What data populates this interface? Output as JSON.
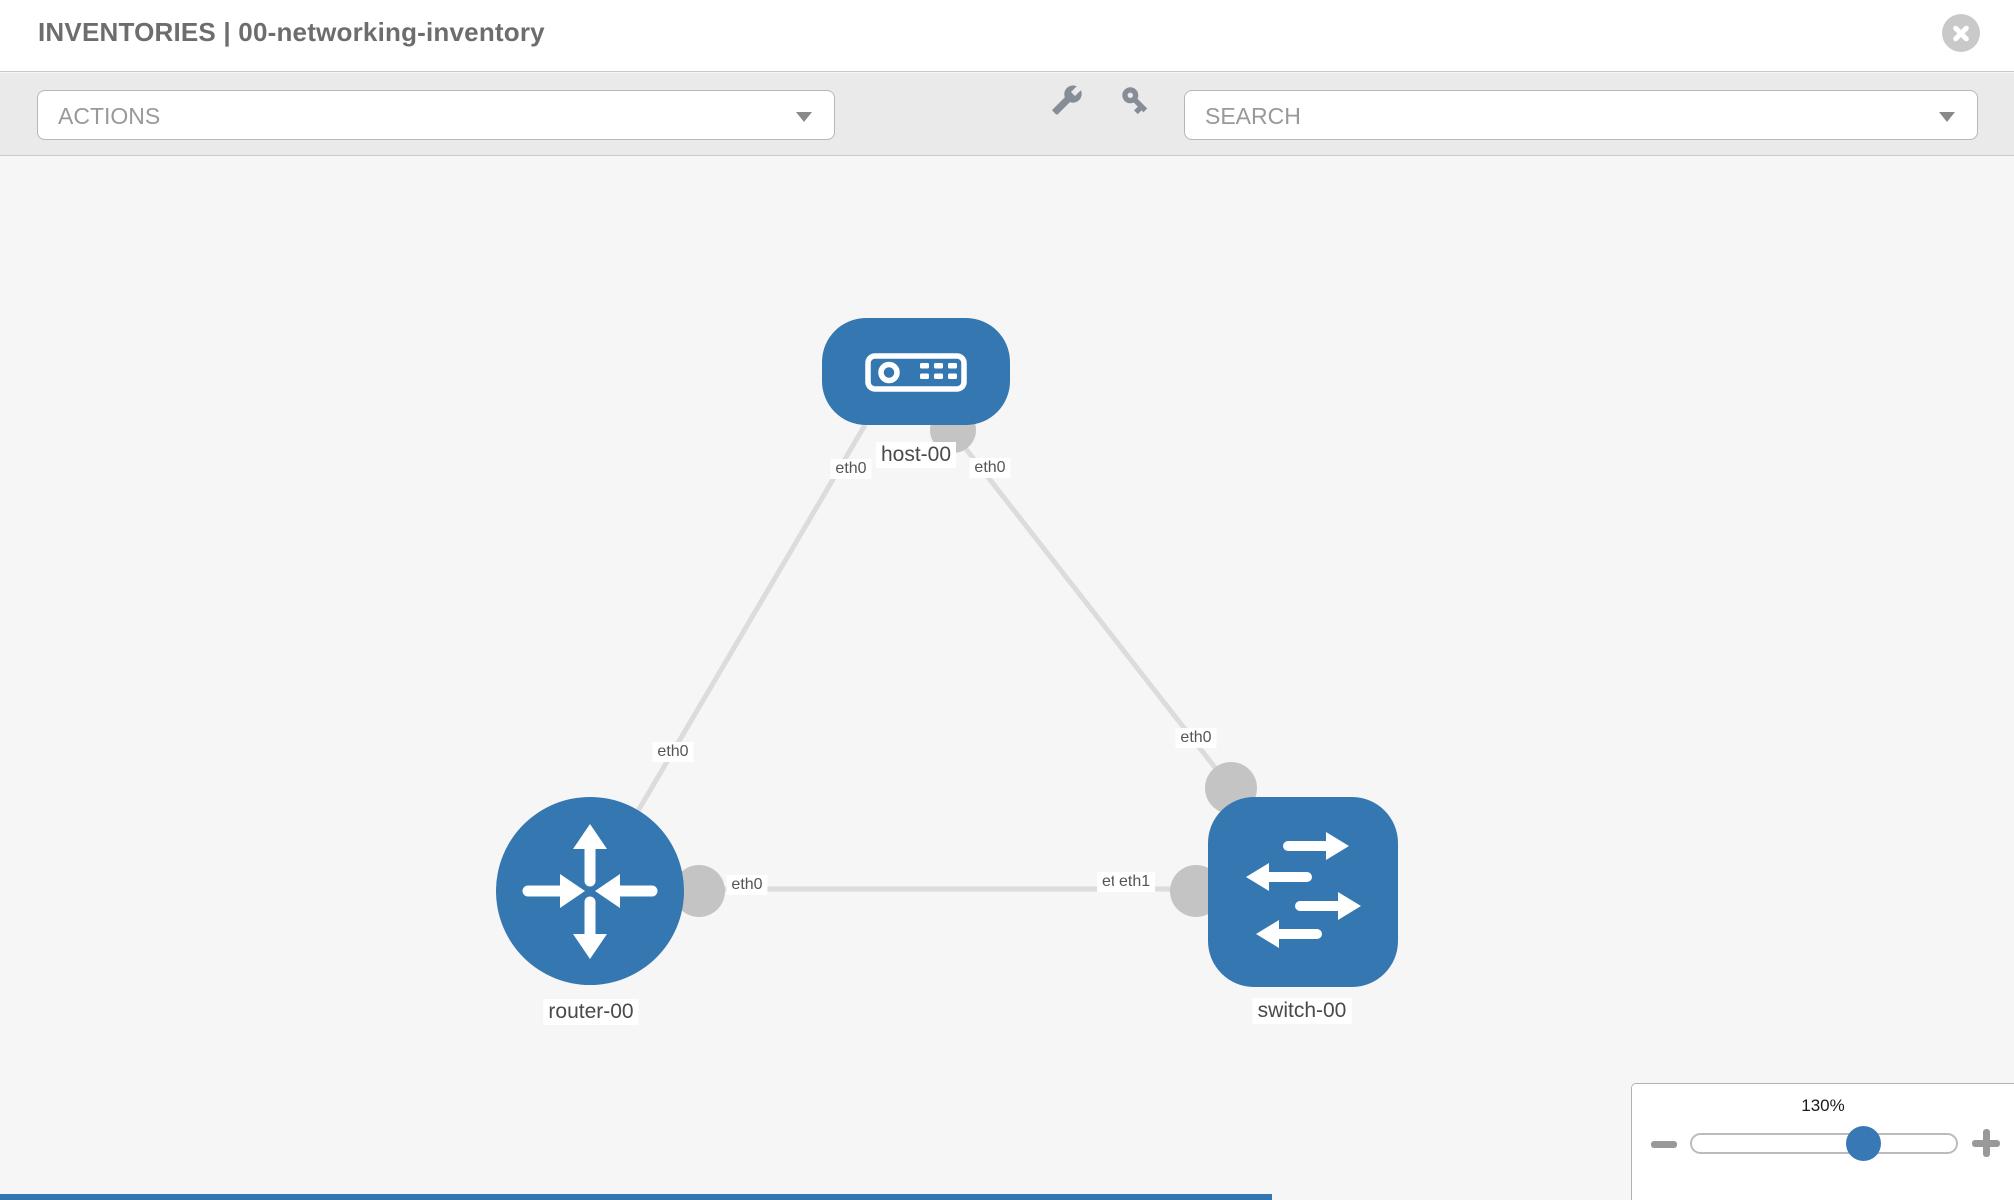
{
  "header": {
    "title": "INVENTORIES | 00-networking-inventory"
  },
  "toolbar": {
    "actions_label": "ACTIONS",
    "search_label": "SEARCH"
  },
  "icons": {
    "header_close": "close-icon",
    "toolbar_left": "wrench-icon",
    "toolbar_right": "key-icon",
    "dropdown_caret": "chevron-down-icon",
    "zoom_decrease": "minus-icon",
    "zoom_increase": "plus-icon",
    "host_glyph": "server-icon",
    "router_glyph": "router-arrows-icon",
    "switch_glyph": "switch-arrows-icon"
  },
  "topology": {
    "nodes": [
      {
        "label": "host-00",
        "type": "host"
      },
      {
        "label": "router-00",
        "type": "router"
      },
      {
        "label": "switch-00",
        "type": "switch"
      }
    ],
    "interfaces": {
      "host_left": "eth0",
      "host_right": "eth0",
      "host_router_link": "eth0",
      "host_switch_link": "eth0",
      "router_switch_left": "eth0",
      "router_switch_right_back": "eth0",
      "router_switch_right_front": "eth1"
    },
    "links": [
      {
        "from": "host-00",
        "to": "router-00",
        "from_iface": "eth0",
        "to_iface": "eth0"
      },
      {
        "from": "host-00",
        "to": "switch-00",
        "from_iface": "eth0",
        "to_iface": "eth0"
      },
      {
        "from": "router-00",
        "to": "switch-00",
        "from_iface": "eth0",
        "to_iface": "eth1"
      }
    ]
  },
  "zoom_control": {
    "level": "130%"
  },
  "colors": {
    "node_blue": "#3577B1",
    "endpoint_gray": "#C4C4C4",
    "link_gray": "#DCDCDC",
    "canvas_bg": "#F6F6F6",
    "toolbar_bg": "#EAEAEA",
    "slider_handle_blue": "#3878B5",
    "bottom_bar_blue": "#3276B1"
  }
}
